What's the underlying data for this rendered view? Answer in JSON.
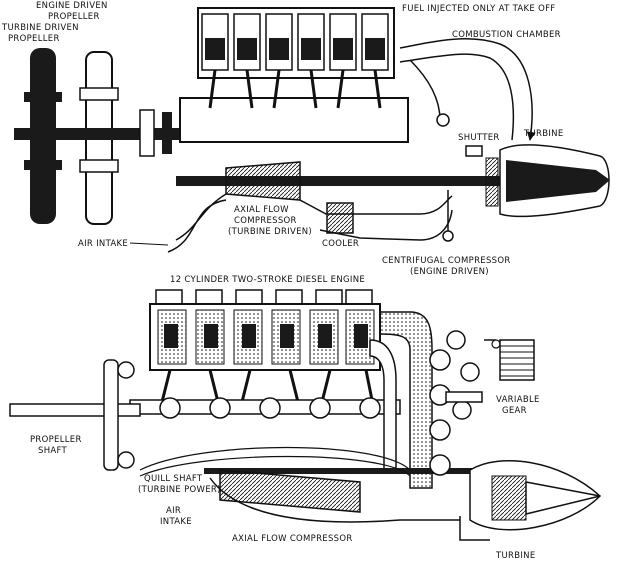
{
  "top_diagram": {
    "labels": {
      "engine_driven_propeller": [
        "ENGINE DRIVEN",
        "PROPELLER"
      ],
      "turbine_driven_propeller": [
        "TURBINE DRIVEN",
        "PROPELLER"
      ],
      "fuel_injected": "FUEL INJECTED ONLY AT TAKE OFF",
      "combustion_chamber": "COMBUSTION CHAMBER",
      "shutter": "SHUTTER",
      "turbine": "TURBINE",
      "axial_flow_compressor": [
        "AXIAL FLOW",
        "COMPRESSOR",
        "(TURBINE DRIVEN)"
      ],
      "cooler": "COOLER",
      "air_intake": "AIR INTAKE",
      "centrifugal_compressor": [
        "CENTRIFUGAL COMPRESSOR",
        "(ENGINE DRIVEN)"
      ]
    }
  },
  "bottom_diagram": {
    "labels": {
      "engine_title": "12 CYLINDER TWO-STROKE DIESEL ENGINE",
      "propeller_shaft": [
        "PROPELLER",
        "SHAFT"
      ],
      "variable_gear": [
        "VARIABLE",
        "GEAR"
      ],
      "quill_shaft": [
        "QUILL SHAFT",
        "(TURBINE POWER)"
      ],
      "air_intake": [
        "AIR",
        "INTAKE"
      ],
      "axial_flow_compressor": "AXIAL FLOW COMPRESSOR",
      "turbine": "TURBINE"
    }
  },
  "colors": {
    "ink": "#111111",
    "paper": "#ffffff",
    "shade": "#9a9a9a"
  }
}
